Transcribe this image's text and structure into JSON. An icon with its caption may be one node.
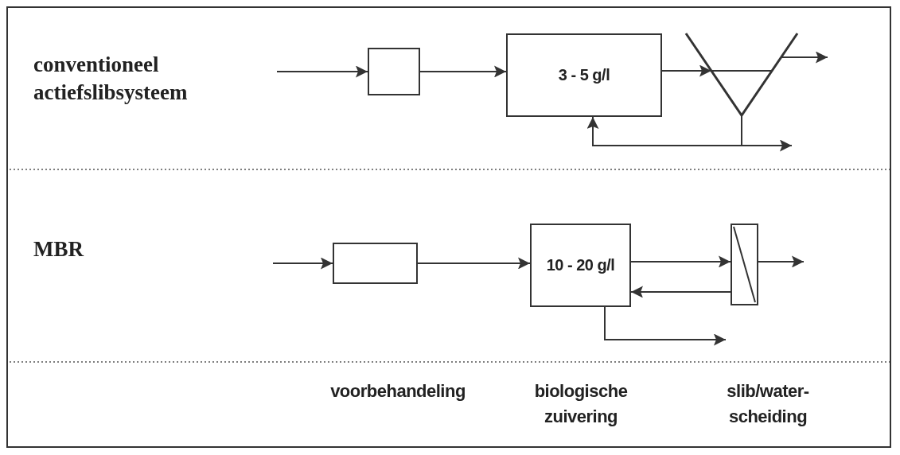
{
  "diagram": {
    "nodes": [
      {
        "text": [],
        "shape": "box"
      },
      {
        "text": [
          "3 - 5 g/l"
        ]
      },
      {
        "text": [],
        "shape": "cone"
      },
      {
        "text": [],
        "shape": "box"
      },
      {
        "text": [
          "10 - 20 g/l"
        ]
      },
      {
        "text": [],
        "shape": "filter"
      }
    ],
    "edges": [
      {
        "from": null,
        "to": 0,
        "arrow": "to"
      },
      {
        "from": 0,
        "to": 1,
        "arrow": "to"
      },
      {
        "from": 1,
        "to": 2,
        "arrow": "to"
      },
      {
        "from": 2,
        "to": null,
        "arrow": "to"
      },
      {
        "from": 2,
        "to": null,
        "arrow": "to"
      },
      {
        "from": 2,
        "to": 1,
        "arrow": "to"
      },
      {
        "from": null,
        "to": 3,
        "arrow": "to"
      },
      {
        "from": 3,
        "to": 4,
        "arrow": "to"
      },
      {
        "from": 4,
        "to": 5,
        "arrow": "to"
      },
      {
        "from": 5,
        "to": 4,
        "arrow": "to"
      },
      {
        "from": 5,
        "to": null,
        "arrow": "to"
      },
      {
        "from": 4,
        "to": null,
        "arrow": "to"
      }
    ],
    "labels": [
      "conventioneel actiefslibsysteem",
      "MBR",
      "voorbehandeling",
      "biologische zuivering",
      "slib/water- scheiding"
    ]
  }
}
